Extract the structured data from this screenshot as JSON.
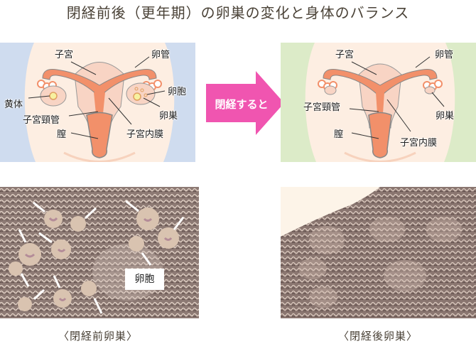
{
  "title": "閉経前後（更年期）の卵巣の変化と身体のバランス",
  "colors": {
    "before_bg": "#cfdcef",
    "after_bg": "#dcebc8",
    "skin": "#fdeee2",
    "uterus_tissue": "#f8d4c4",
    "organ_orange": "#f2906a",
    "arrow_pink": "#f055b0",
    "micro_bg": "#8a7670",
    "title_color": "#4a4237"
  },
  "diagram_before": {
    "labels": {
      "uterus": "子宮",
      "fallopian_tube": "卵管",
      "follicle": "卵胞",
      "corpus_luteum": "黄体",
      "ovary": "卵巣",
      "cervical_canal": "子宮頸管",
      "vagina": "膣",
      "endometrium": "子宮内膜"
    }
  },
  "arrow": {
    "label": "閉経すると"
  },
  "diagram_after": {
    "labels": {
      "uterus": "子宮",
      "fallopian_tube": "卵管",
      "ovary": "卵巣",
      "cervical_canal": "子宮頸管",
      "vagina": "膣",
      "endometrium": "子宮内膜"
    }
  },
  "micrograph_before": {
    "tag": "卵胞"
  },
  "captions": {
    "before": "〈閉経前卵巣〉",
    "after": "〈閉経後卵巣〉"
  }
}
